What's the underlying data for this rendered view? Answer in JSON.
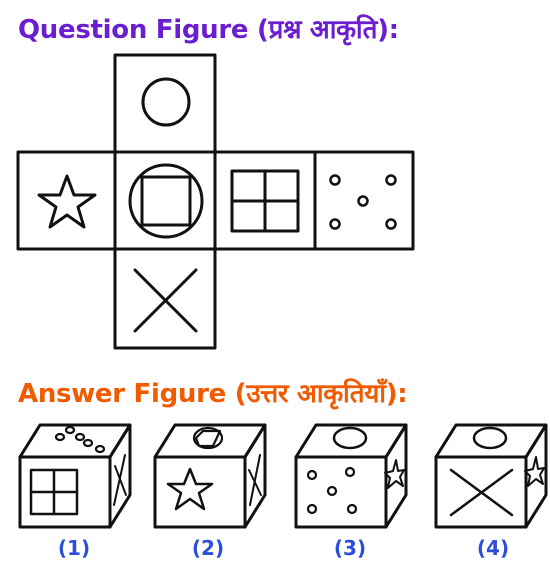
{
  "question_title": "Question Figure (प्रश्न आकृति):",
  "answer_title": "Answer Figure (उत्तर आकृतियाँ):",
  "net_faces": [
    {
      "face": "top",
      "symbol": "circle-icon"
    },
    {
      "face": "left",
      "symbol": "star-icon"
    },
    {
      "face": "center",
      "symbol": "circle-with-square-icon"
    },
    {
      "face": "right",
      "symbol": "window-grid-icon"
    },
    {
      "face": "far-right",
      "symbol": "five-dots-icon"
    },
    {
      "face": "bottom",
      "symbol": "cross-icon"
    }
  ],
  "options": [
    {
      "label": "(1)",
      "top": "five-dots-icon",
      "front": "window-grid-icon",
      "side": "cross-icon"
    },
    {
      "label": "(2)",
      "top": "circle-with-square-icon",
      "front": "star-icon",
      "side": "cross-icon"
    },
    {
      "label": "(3)",
      "top": "circle-icon",
      "front": "five-dots-icon",
      "side": "star-icon"
    },
    {
      "label": "(4)",
      "top": "circle-icon",
      "front": "cross-icon",
      "side": "star-icon"
    }
  ],
  "colors": {
    "question_title": "#6a1ecf",
    "answer_title": "#f05a00",
    "option_labels": "#2b4fd8",
    "lines": "#111111"
  }
}
